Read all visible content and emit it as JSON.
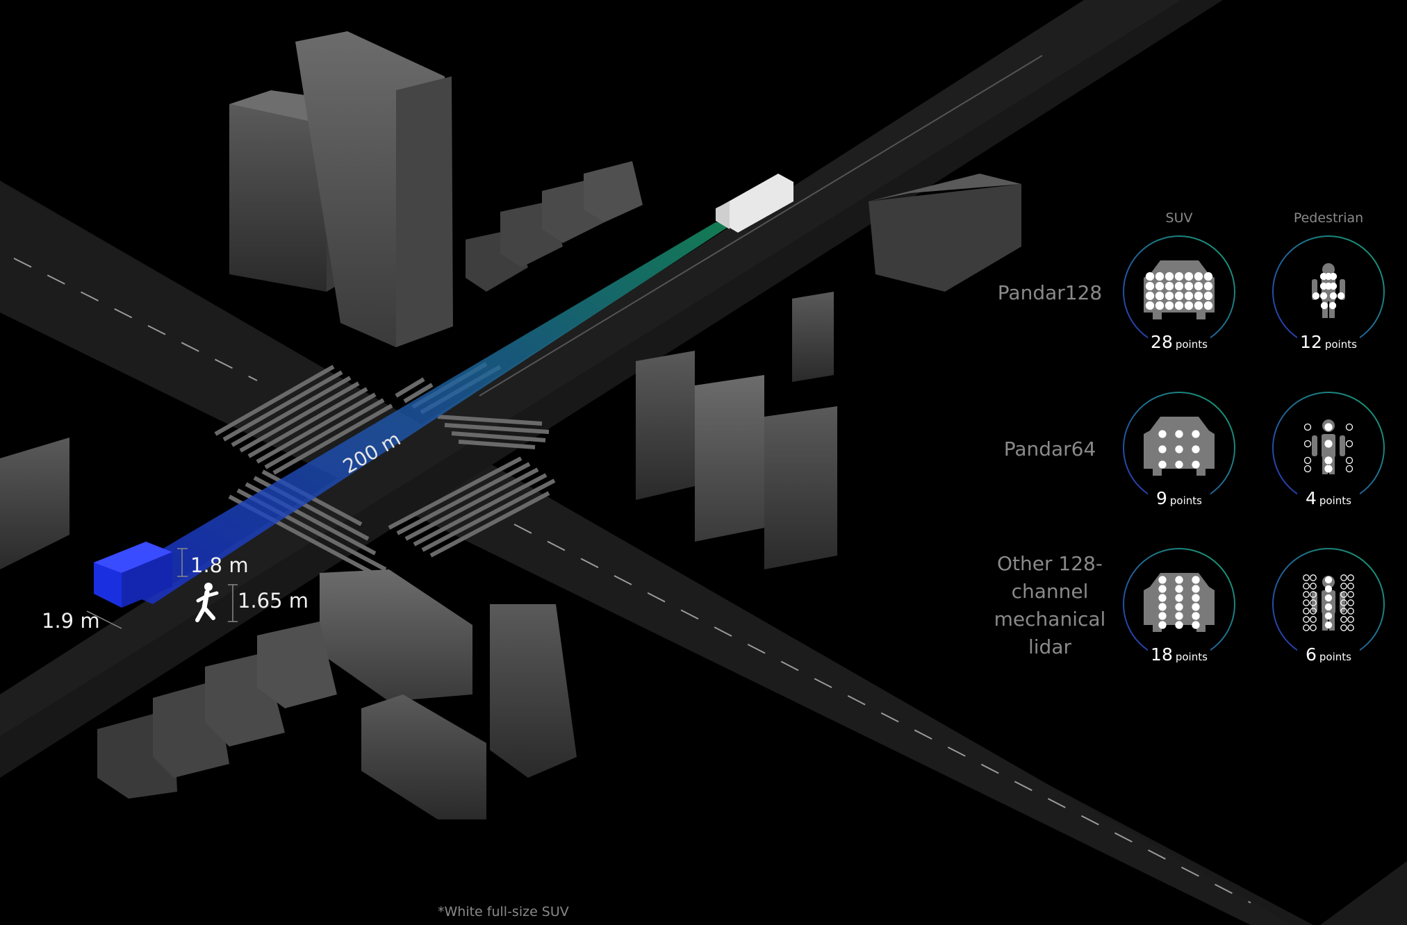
{
  "measurements": {
    "range": "200 m",
    "suv_height": "1.8 m",
    "suv_width": "1.9 m",
    "pedestrian_height": "1.65 m"
  },
  "columns": {
    "suv": "SUV",
    "pedestrian": "Pedestrian"
  },
  "rows": [
    {
      "label": "Pandar128",
      "suv_points": "28",
      "ped_points": "12"
    },
    {
      "label": "Pandar64",
      "suv_points": "9",
      "ped_points": "4"
    },
    {
      "label": "Other 128-channel mechanical lidar",
      "suv_points": "18",
      "ped_points": "6"
    }
  ],
  "points_unit": "points",
  "footnote": "*White full-size SUV",
  "colors": {
    "accent_blue": "#2a3cff",
    "accent_green": "#1d8a5a",
    "ring_blue": "#2233aa",
    "ring_green": "#1a9a6a"
  },
  "icons": {
    "vehicle": "suv-icon",
    "person": "pedestrian-icon",
    "truck": "truck-icon"
  }
}
